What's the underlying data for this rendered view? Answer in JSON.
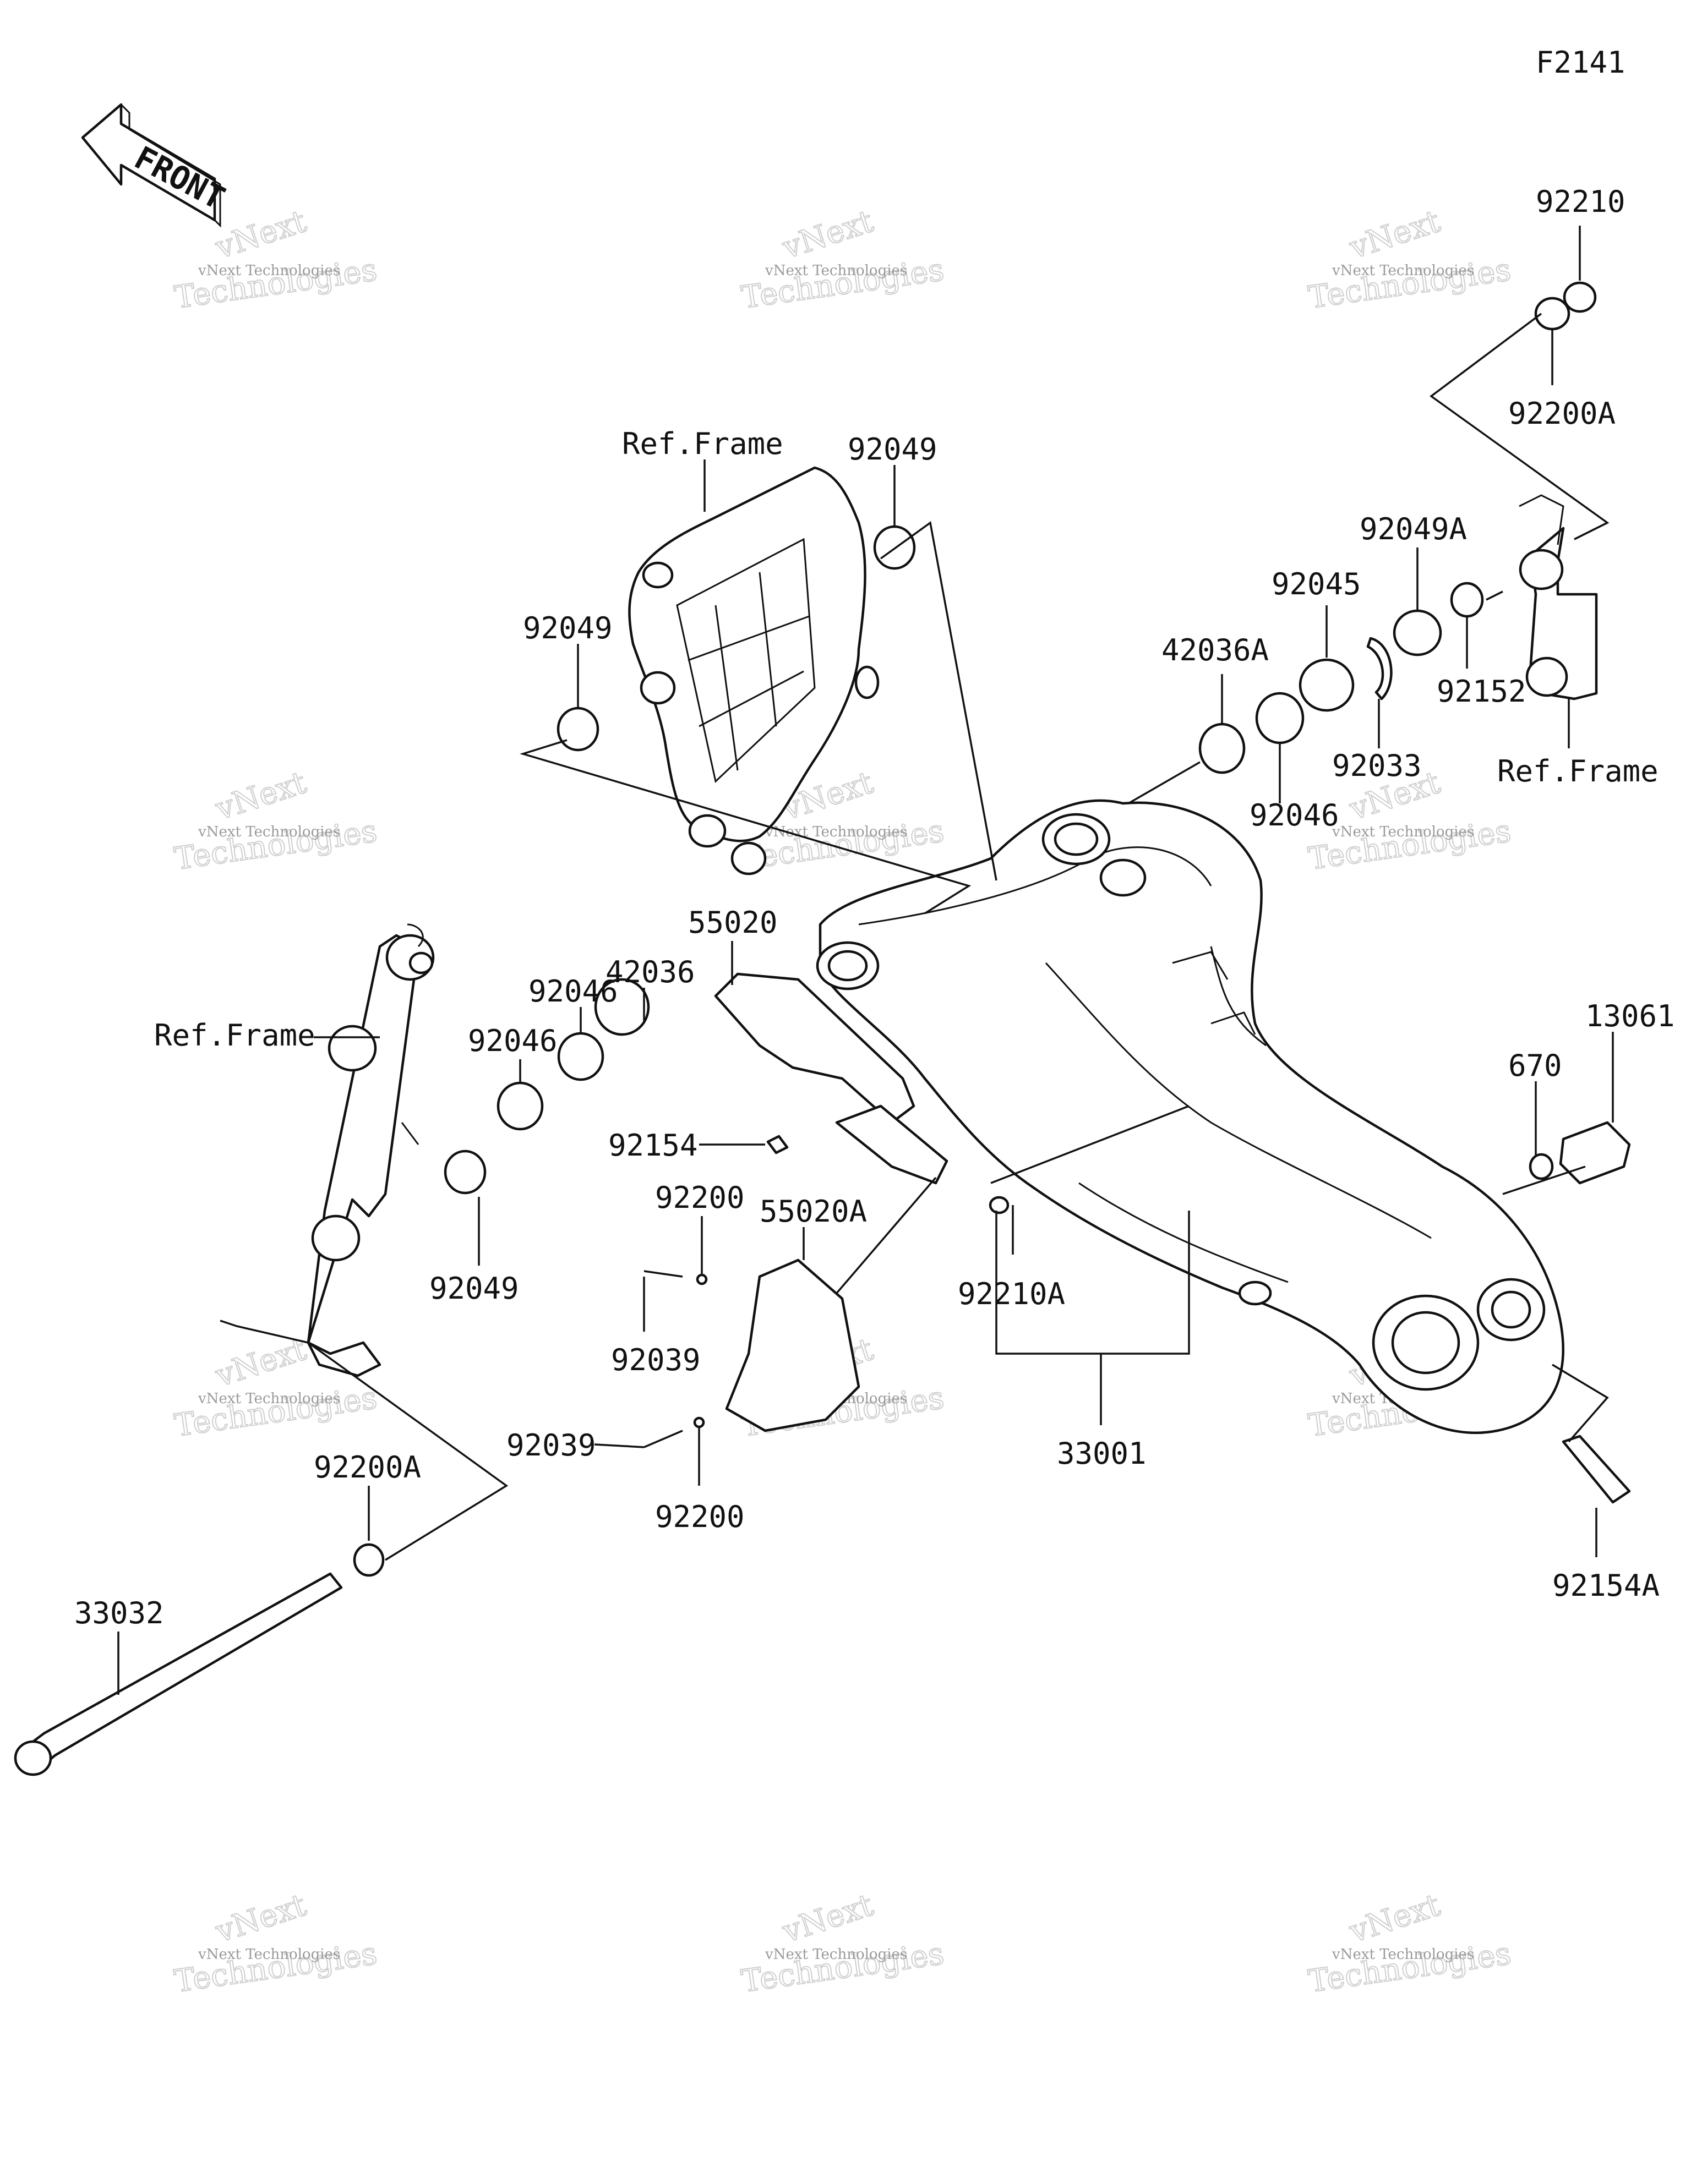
{
  "figure_code": "F2141",
  "direction_label": "FRONT",
  "watermark": {
    "line1": "vNext Technologies",
    "line2": "vNext",
    "line3": "Technologies"
  },
  "callouts": {
    "p92210": "92210",
    "p92200A_top": "92200A",
    "ref_frame_top": "Ref.Frame",
    "p92049_top": "92049",
    "p92049_left": "92049",
    "p92049A": "92049A",
    "p92045": "92045",
    "p42036A": "42036A",
    "p92033": "92033",
    "p92152": "92152",
    "ref_frame_right": "Ref.Frame",
    "p92046_right": "92046",
    "p55020": "55020",
    "p42036": "42036",
    "p92046_a": "92046",
    "p92046_b": "92046",
    "ref_frame_left": "Ref.Frame",
    "p13061": "13061",
    "p670": "670",
    "p92154": "92154",
    "p92200_upper": "92200",
    "p55020A": "55020A",
    "p92049_bottom": "92049",
    "p92210A": "92210A",
    "p92039_upper": "92039",
    "p92039_lower": "92039",
    "p92200_lower": "92200",
    "p33001": "33001",
    "p92200A_bottom": "92200A",
    "p33032": "33032",
    "p92154A": "92154A"
  }
}
